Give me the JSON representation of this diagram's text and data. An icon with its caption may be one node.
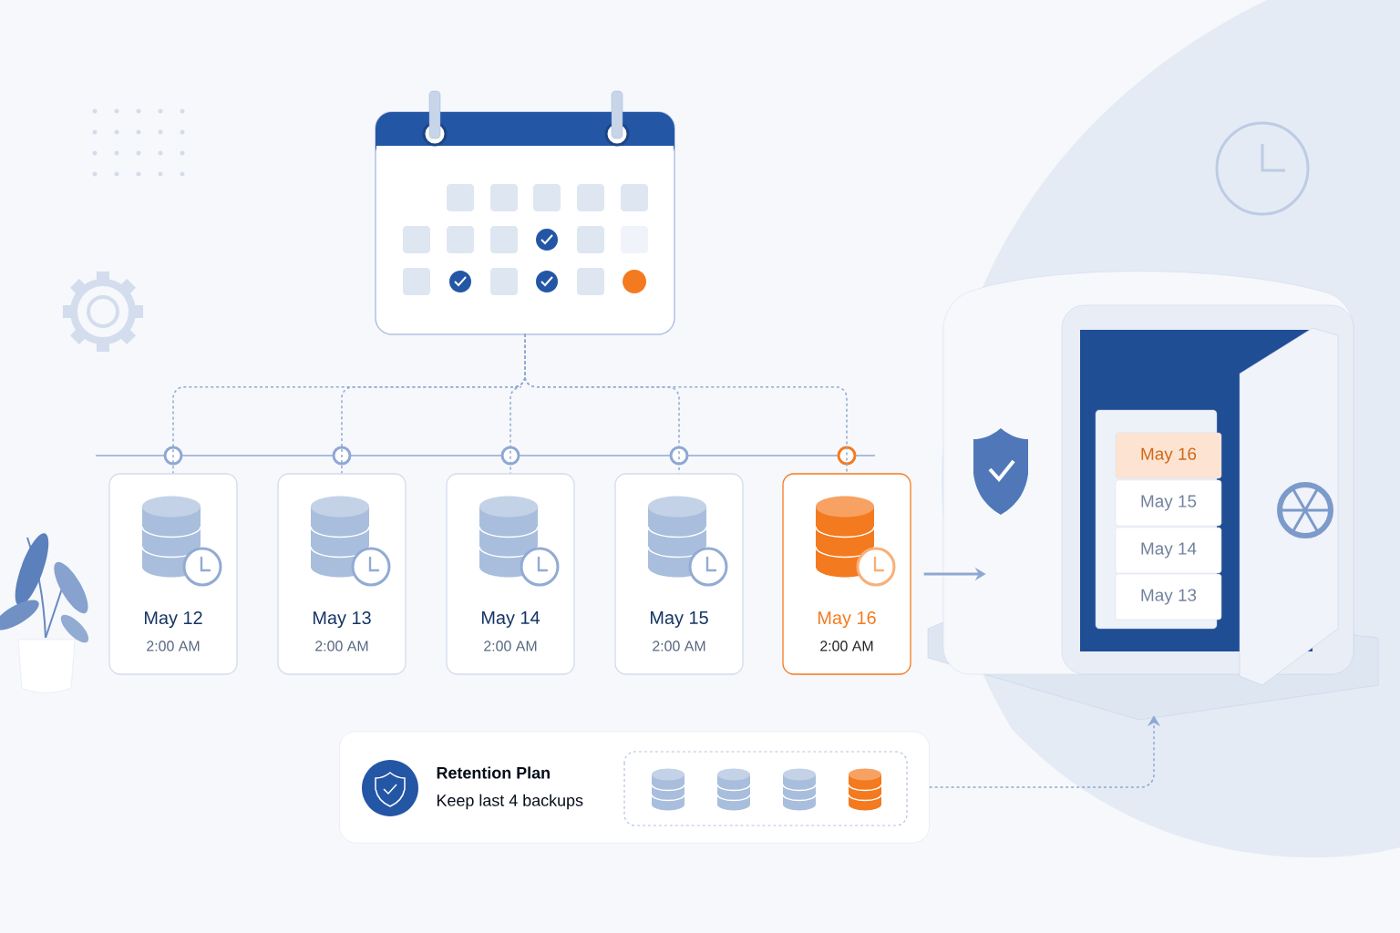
{
  "diagram": {
    "nodes": [
      {
        "text": [],
        "shape": "picture"
      },
      {
        "text": [
          "May 12",
          "2:00 AM"
        ]
      },
      {
        "text": [
          "May 13",
          "2:00 AM"
        ]
      },
      {
        "text": [
          "May 14",
          "2:00 AM"
        ]
      },
      {
        "text": [
          "May 15",
          "2:00 AM"
        ]
      },
      {
        "text": [
          "May 16",
          "2:00 AM"
        ]
      },
      {
        "text": [],
        "shape": "picture"
      },
      {
        "text": [
          "May 16"
        ],
        "in": 6
      },
      {
        "text": [
          "May 15"
        ],
        "in": 6
      },
      {
        "text": [
          "May 14"
        ],
        "in": 6
      },
      {
        "text": [
          "May 13"
        ],
        "in": 6
      },
      {
        "text": [
          "Retention Plan",
          "Keep last 4 backups"
        ]
      }
    ],
    "edges": [
      {
        "from": 0,
        "to": 1,
        "arrow": "none",
        "style": "dashed"
      },
      {
        "from": 0,
        "to": 2,
        "arrow": "none",
        "style": "dashed"
      },
      {
        "from": 0,
        "to": 3,
        "arrow": "none",
        "style": "dashed"
      },
      {
        "from": 0,
        "to": 4,
        "arrow": "none",
        "style": "dashed"
      },
      {
        "from": 0,
        "to": 5,
        "arrow": "none",
        "style": "dashed"
      },
      {
        "from": 5,
        "to": 6,
        "arrow": "to"
      },
      {
        "from": 11,
        "to": 6,
        "arrow": "to",
        "style": "dashed"
      }
    ]
  }
}
